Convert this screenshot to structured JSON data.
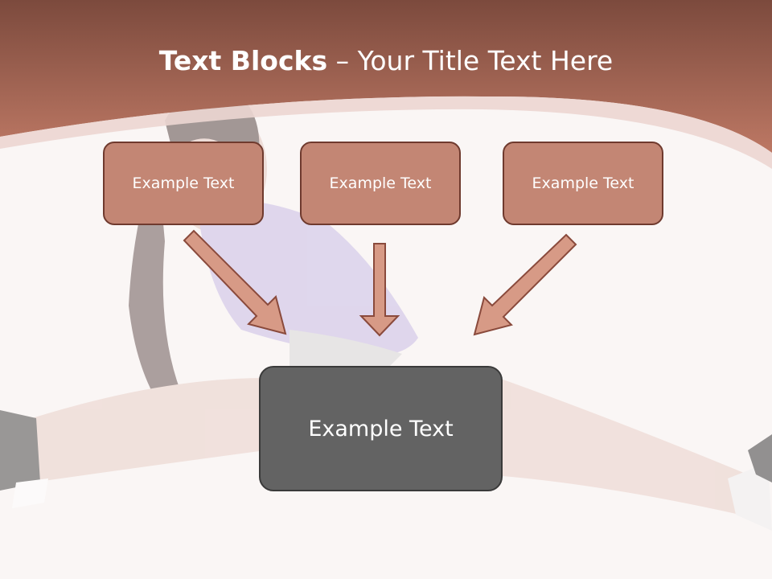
{
  "slide": {
    "title_bold": "Text Blocks",
    "title_separator": " – ",
    "title_rest": "Your Title Text Here",
    "boxes": [
      "Example Text",
      "Example Text",
      "Example Text"
    ],
    "main_box": "Example Text"
  },
  "colors": {
    "header": "#b5705f",
    "box_fill": "#c38674",
    "box_border": "#6f3a2e",
    "arrow_fill": "#d79a86",
    "arrow_stroke": "#8a4a3c",
    "main_box_fill": "#636363"
  }
}
